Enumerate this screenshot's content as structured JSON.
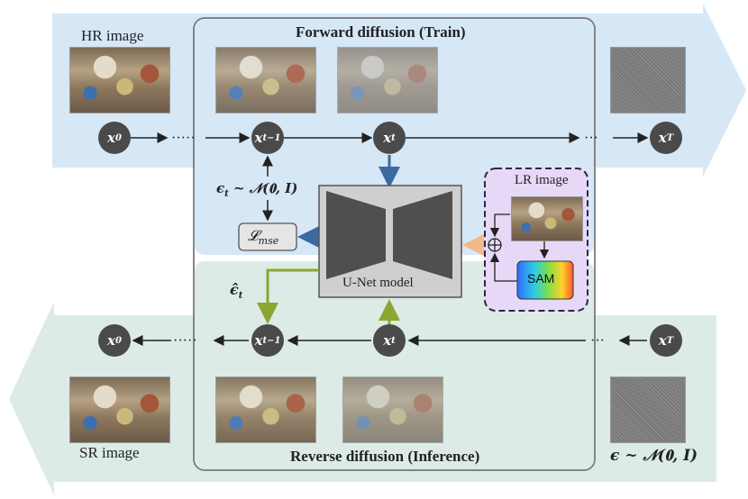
{
  "title_forward": "Forward diffusion (Train)",
  "title_reverse": "Reverse diffusion (Inference)",
  "hr_label": "HR image",
  "sr_label": "SR image",
  "lr_label": "LR image",
  "unet_label": "U-Net model",
  "sam_label": "SAM",
  "loss_label": "𝓛",
  "loss_sub": "mse",
  "noise_formula": "ϵ",
  "noise_formula_rest": " ~ 𝒩(𝟎, 𝑰)",
  "eps_t_label": "ϵ",
  "eps_t_sub": "t",
  "eps_hat_label": "ϵ̂",
  "eps_hat_sub": "t",
  "nodes": {
    "x0_top": {
      "base": "x",
      "sub": "0"
    },
    "xtm1_top": {
      "base": "x",
      "sub": "t−1"
    },
    "xt_top": {
      "base": "x",
      "sub": "t"
    },
    "xT_top": {
      "base": "x",
      "sub": "T"
    },
    "x0_bot": {
      "base": "x",
      "sub": "0"
    },
    "xtm1_bot": {
      "base": "x",
      "sub": "t−1"
    },
    "xt_bot": {
      "base": "x",
      "sub": "t"
    },
    "xT_bot": {
      "base": "x",
      "sub": "T"
    }
  },
  "colors": {
    "forward_band": "#d6e7f6",
    "reverse_band": "#dcebe6",
    "node": "#4a4a4a",
    "blue_arrow": "#3c6aa0",
    "green_arrow": "#8ba631",
    "orange_arrow": "#f3b989",
    "lr_box": "#e6d9f8",
    "lr_border": "#3a1f4a"
  }
}
